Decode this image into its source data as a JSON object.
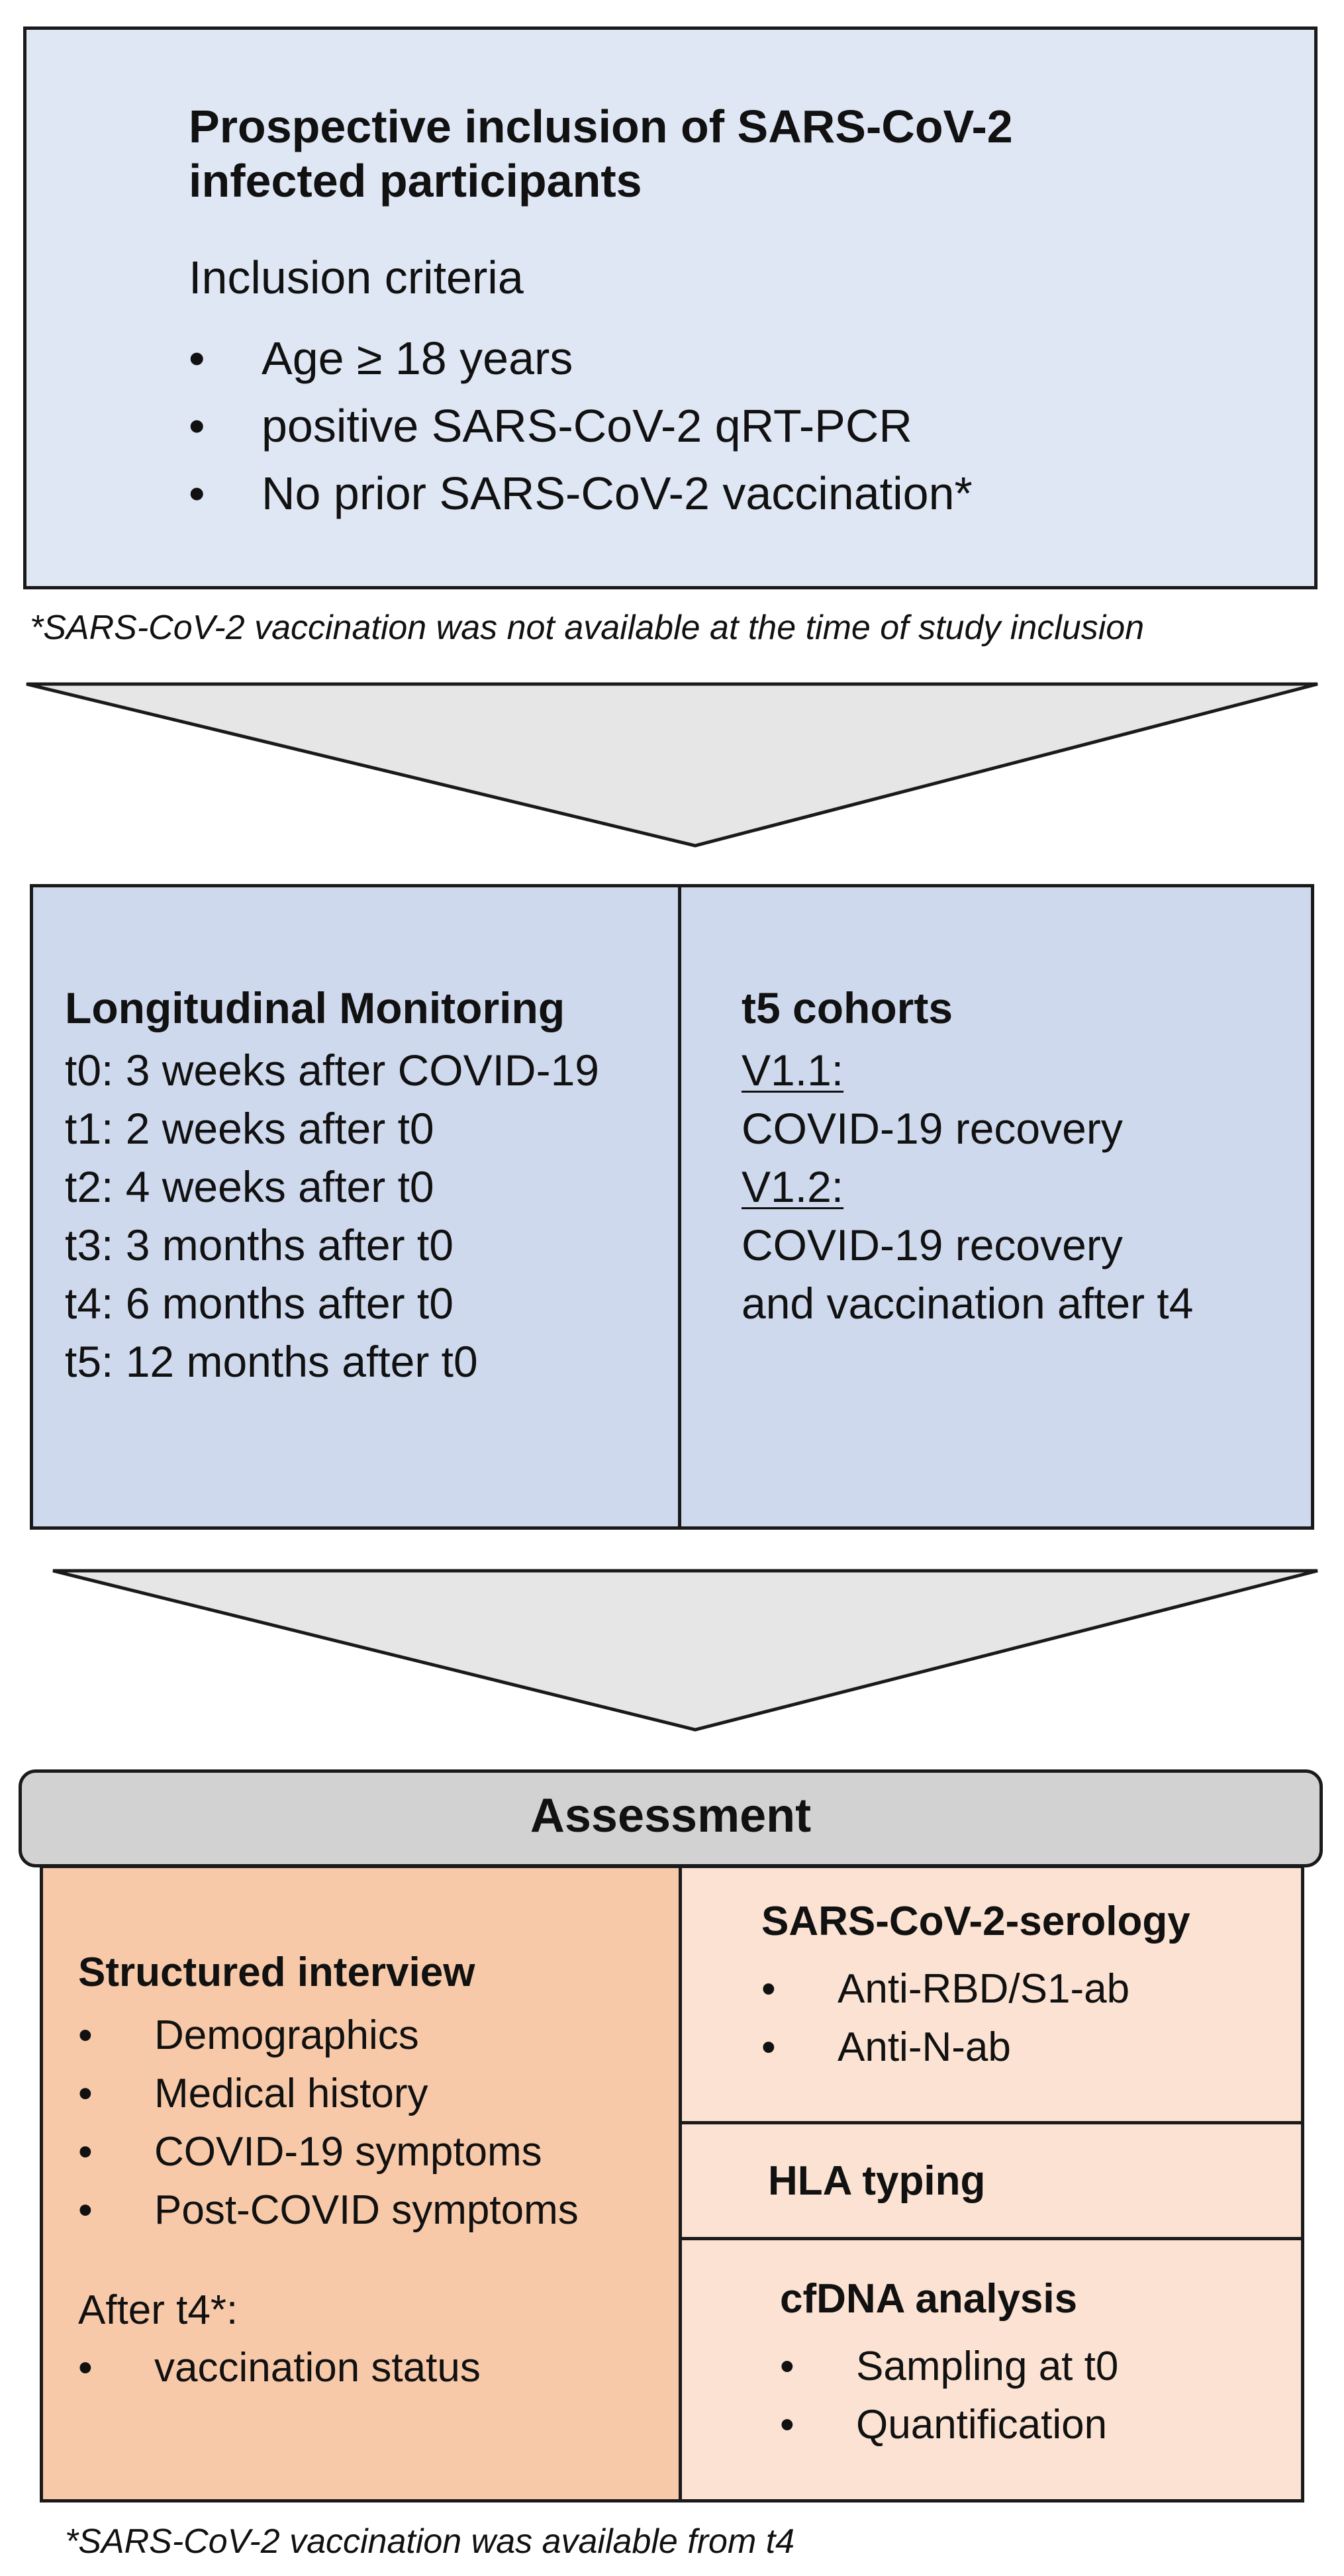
{
  "inclusion": {
    "title_line1": "Prospective inclusion of SARS-CoV-2",
    "title_line2": "infected participants",
    "criteria_heading": "Inclusion criteria",
    "criteria": [
      "Age ≥ 18 years",
      "positive SARS-CoV-2 qRT-PCR",
      "No prior SARS-CoV-2 vaccination*"
    ],
    "footnote": "*SARS-CoV-2 vaccination was not available at the time of study inclusion"
  },
  "monitoring": {
    "title": "Longitudinal Monitoring",
    "timepoints": [
      "t0: 3 weeks after COVID-19",
      "t1: 2 weeks after t0",
      "t2: 4 weeks after t0",
      "t3: 3 months after t0",
      "t4: 6 months after t0",
      "t5: 12 months after t0"
    ]
  },
  "cohorts": {
    "title": "t5 cohorts",
    "v11_label": "V1.1:",
    "v11_text": "COVID-19 recovery",
    "v12_label": "V1.2:",
    "v12_text_line1": "COVID-19 recovery",
    "v12_text_line2": "and vaccination after t4"
  },
  "assessment": {
    "header": "Assessment",
    "interview": {
      "title": "Structured interview",
      "items": [
        "Demographics",
        "Medical history",
        "COVID-19 symptoms",
        "Post-COVID symptoms"
      ],
      "after_label": "After t4*:",
      "after_items": [
        "vaccination status"
      ]
    },
    "serology": {
      "title": "SARS-CoV-2-serology",
      "items": [
        "Anti-RBD/S1-ab",
        "Anti-N-ab"
      ]
    },
    "hla": {
      "title": "HLA typing"
    },
    "cfdna": {
      "title": "cfDNA analysis",
      "items": [
        "Sampling at t0",
        "Quantification"
      ]
    },
    "footnote": "*SARS-CoV-2 vaccination was available from t4"
  },
  "colors": {
    "inclusion_fill": "#dfe6f4",
    "monitoring_fill": "#cfd9ed",
    "arrow_fill": "#e6e6e6",
    "assessment_header_fill": "#d2d2d2",
    "interview_fill": "#f7c9a8",
    "right_cells_fill": "#fbe2d2"
  }
}
